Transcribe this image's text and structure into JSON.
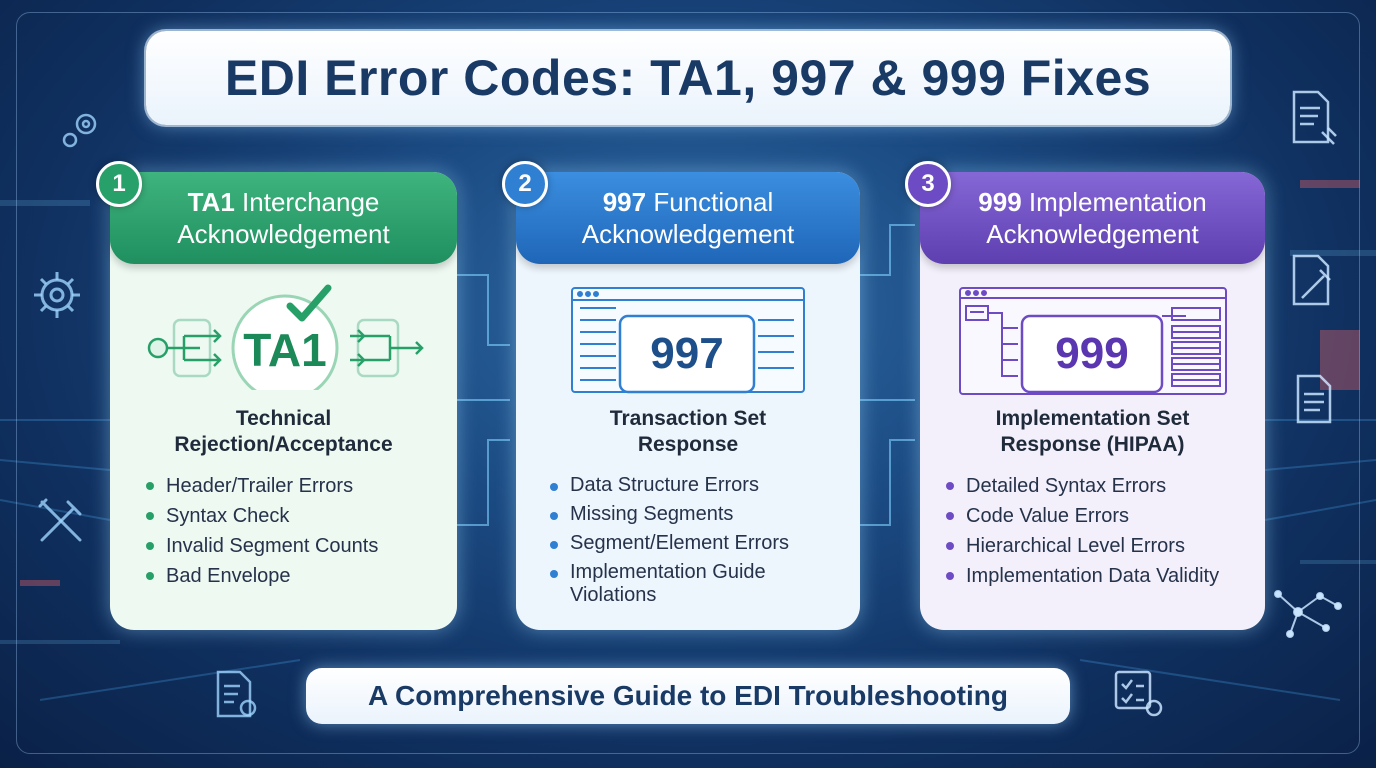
{
  "title": "EDI Error Codes: TA1, 997 & 999 Fixes",
  "footer": "A Comprehensive Guide to EDI Troubleshooting",
  "cards": [
    {
      "number": "1",
      "title_bold": "TA1",
      "title_rest": "Interchange",
      "title_line2": "Acknowledgement",
      "badge": "TA1",
      "subtitle_line1": "Technical",
      "subtitle_line2": "Rejection/Acceptance",
      "items": [
        "Header/Trailer Errors",
        "Syntax Check",
        "Invalid Segment Counts",
        "Bad Envelope"
      ],
      "accent": "#27a068"
    },
    {
      "number": "2",
      "title_bold": "997",
      "title_rest": "Functional",
      "title_line2": "Acknowledgement",
      "badge": "997",
      "subtitle_line1": "Transaction Set",
      "subtitle_line2": "Response",
      "items": [
        "Data Structure Errors",
        "Missing Segments",
        "Segment/Element Errors",
        "Implementation Guide Violations"
      ],
      "accent": "#2f7fd2"
    },
    {
      "number": "3",
      "title_bold": "999",
      "title_rest": "Implementation",
      "title_line2": "Acknowledgement",
      "badge": "999",
      "subtitle_line1": "Implementation Set",
      "subtitle_line2": "Response (HIPAA)",
      "items": [
        "Detailed Syntax Errors",
        "Code Value Errors",
        "Hierarchical Level Errors",
        "Implementation Data Validity"
      ],
      "accent": "#6d4bc4"
    }
  ],
  "icons": [
    "gear-icon",
    "wrench-screwdriver-icon",
    "document-gear-icon",
    "document-wrench-icon",
    "document-icon",
    "network-icon",
    "checklist-icon"
  ]
}
